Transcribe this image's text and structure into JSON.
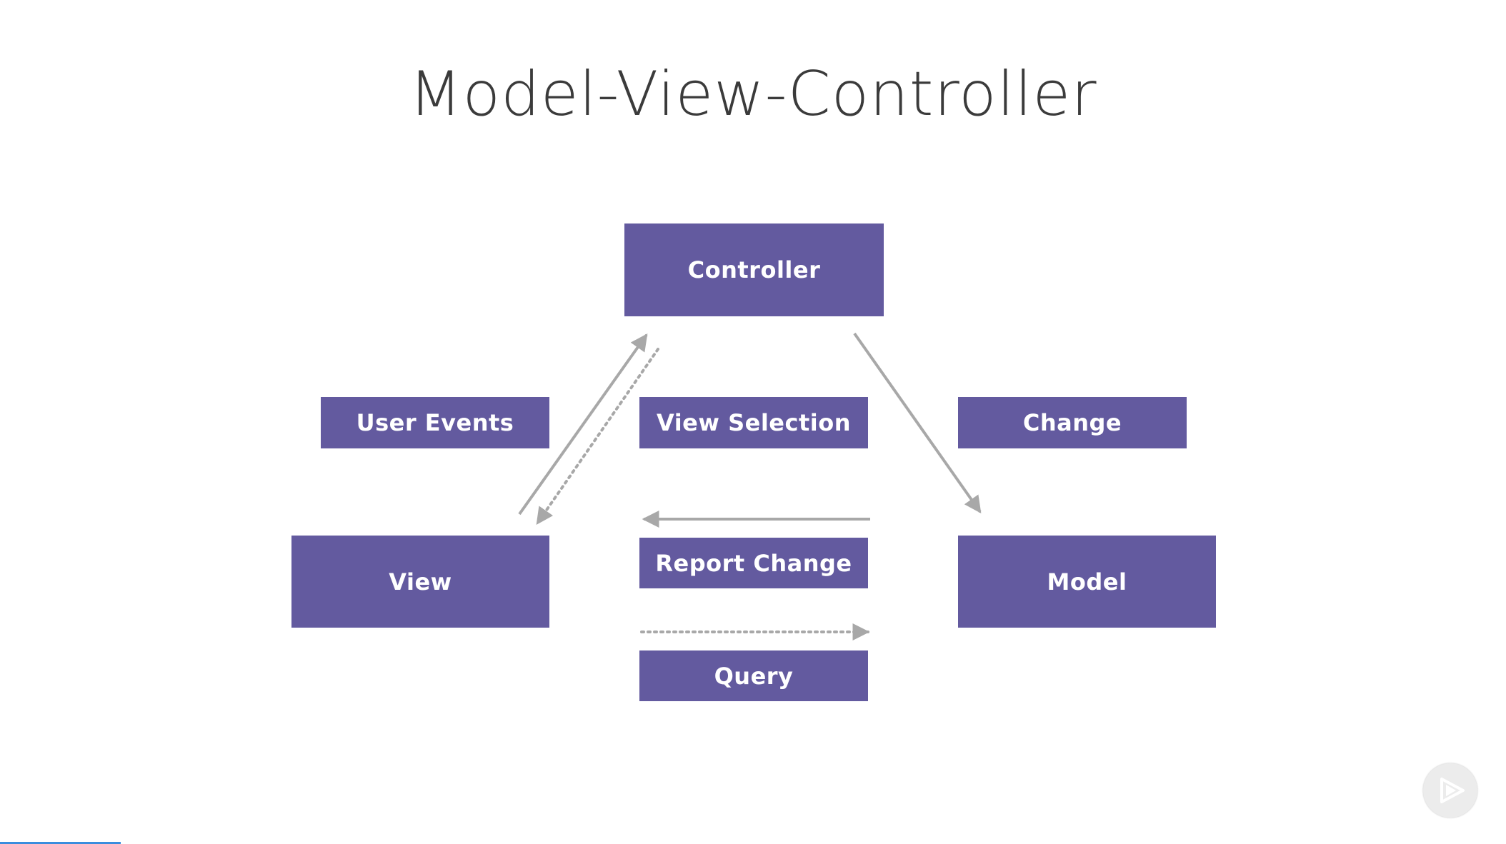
{
  "title": "Model-View-Controller",
  "colors": {
    "box": "#635a9f",
    "box_text": "#ffffff",
    "arrow": "#a8a8a8",
    "title_text": "#3b3b3b",
    "player_button": "#ececec",
    "progress": "#3a8dde"
  },
  "nodes": {
    "controller": "Controller",
    "view": "View",
    "model": "Model"
  },
  "edge_labels": {
    "user_events": "User Events",
    "view_selection": "View Selection",
    "change": "Change",
    "report_change": "Report Change",
    "query": "Query"
  },
  "player": {
    "play_icon": "play-icon"
  }
}
